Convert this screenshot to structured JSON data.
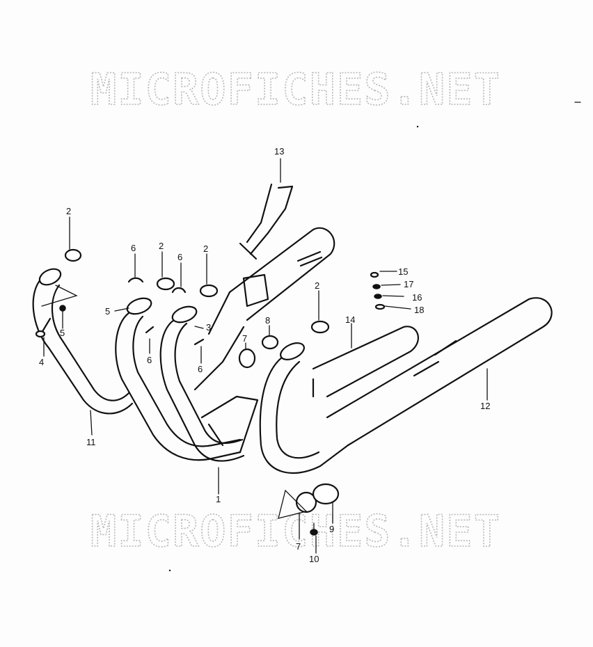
{
  "watermark": {
    "top": "MICROFICHES.NET",
    "bottom": "MICROFICHES.NET"
  },
  "callouts": [
    {
      "id": "c1",
      "text": "1"
    },
    {
      "id": "c2a",
      "text": "2"
    },
    {
      "id": "c2b",
      "text": "2"
    },
    {
      "id": "c2c",
      "text": "2"
    },
    {
      "id": "c2d",
      "text": "2"
    },
    {
      "id": "c3",
      "text": "3"
    },
    {
      "id": "c4",
      "text": "4"
    },
    {
      "id": "c5a",
      "text": "5"
    },
    {
      "id": "c5b",
      "text": "5"
    },
    {
      "id": "c6a",
      "text": "6"
    },
    {
      "id": "c6b",
      "text": "6"
    },
    {
      "id": "c6c",
      "text": "6"
    },
    {
      "id": "c6d",
      "text": "6"
    },
    {
      "id": "c7a",
      "text": "7"
    },
    {
      "id": "c7b",
      "text": "7"
    },
    {
      "id": "c8",
      "text": "8"
    },
    {
      "id": "c9",
      "text": "9"
    },
    {
      "id": "c10",
      "text": "10"
    },
    {
      "id": "c11",
      "text": "11"
    },
    {
      "id": "c12",
      "text": "12"
    },
    {
      "id": "c13",
      "text": "13"
    },
    {
      "id": "c14",
      "text": "14"
    },
    {
      "id": "c15",
      "text": "15"
    },
    {
      "id": "c16",
      "text": "16"
    },
    {
      "id": "c17",
      "text": "17"
    },
    {
      "id": "c18",
      "text": "18"
    }
  ]
}
